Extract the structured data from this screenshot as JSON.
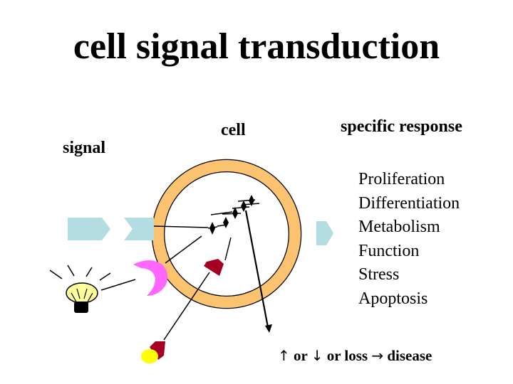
{
  "title": "cell signal transduction",
  "labels": {
    "signal": "signal",
    "cell": "cell",
    "specific_response": "specific response"
  },
  "responses": [
    "Proliferation",
    "Differentiation",
    "Metabolism",
    "Function",
    "Stress",
    "Apoptosis"
  ],
  "footer": {
    "up_arrow": "↑",
    "or1": "or",
    "down_arrow": "↓",
    "or_loss": "or loss",
    "right_arrow": "→",
    "disease": "disease"
  },
  "colors": {
    "membrane": "#fbc36f",
    "membrane_outline": "#000000",
    "receptor": "#b3dde0",
    "ligand_magenta": "#ff66ff",
    "ligand_red": "#a50021",
    "ligand_yellow": "#ffff00",
    "bulb": "#ffff99"
  },
  "icons": {
    "light_bulb": "light-bulb-icon",
    "light_rays": "light-rays-icon"
  }
}
